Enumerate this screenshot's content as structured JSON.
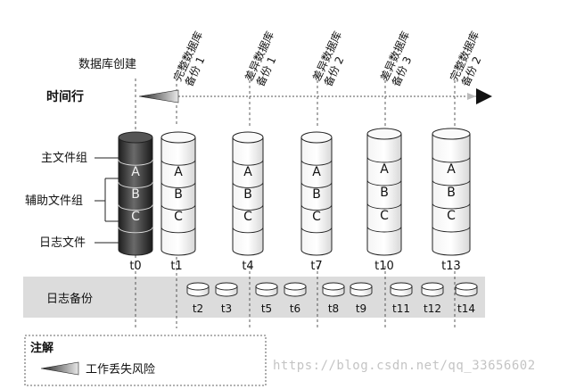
{
  "backup_labels": {
    "full1": [
      "完整数据库",
      "备份 1"
    ],
    "diff1": [
      "差异数据库",
      "备份 1"
    ],
    "diff2": [
      "差异数据库",
      "备份 2"
    ],
    "diff3": [
      "差异数据库",
      "备份 3"
    ],
    "full2": [
      "完整数据库",
      "备份 2"
    ]
  },
  "db_create_label": "数据库创建",
  "timeline_label": "时间行",
  "file_group_labels": {
    "primary": "主文件组",
    "secondary": "辅助文件组",
    "log": "日志文件"
  },
  "segment_labels": [
    "A",
    "B",
    "C"
  ],
  "db_time_labels": [
    "t0",
    "t1",
    "t4",
    "t7",
    "t10",
    "t13"
  ],
  "log_band_label": "日志备份",
  "log_backup_labels": [
    "t2",
    "t3",
    "t5",
    "t6",
    "t8",
    "t9",
    "t11",
    "t12",
    "t14"
  ],
  "legend": {
    "title": "注解",
    "item": "工作丢失风险"
  },
  "watermark": "https://blog.csdn.net/qq_33656602",
  "colors": {
    "dark_db": "#3a3a3a",
    "band": "#dcdcdc",
    "ink": "#111111"
  }
}
